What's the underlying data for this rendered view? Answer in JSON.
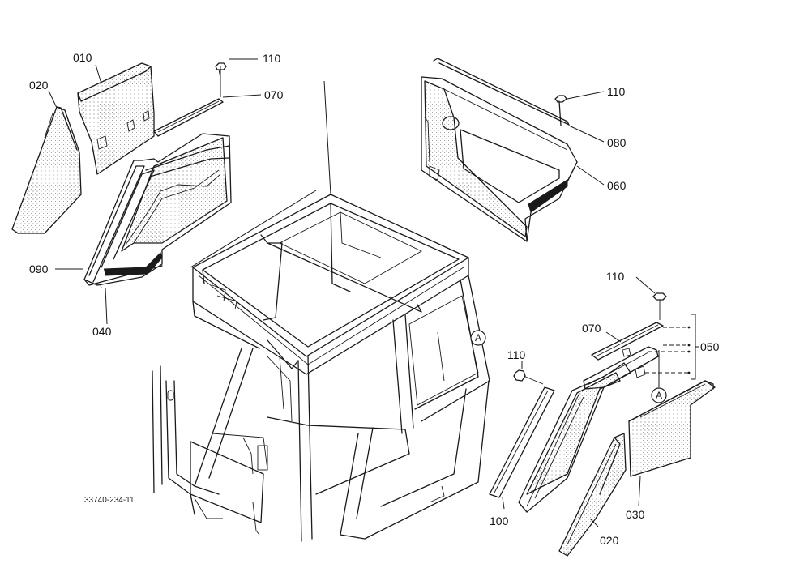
{
  "callouts": {
    "c010": "010",
    "c020_left": "020",
    "c110_top": "110",
    "c070_top": "070",
    "c090": "090",
    "c040": "040",
    "c110_right": "110",
    "c080": "080",
    "c060": "060",
    "c110_lower": "110",
    "c070_lower": "070",
    "c050": "050",
    "c110_bolt": "110",
    "c100": "100",
    "c030": "030",
    "c020_right": "020"
  },
  "markers": {
    "a_cab": "A",
    "a_panel": "A"
  },
  "reference_number": "33740-234-11"
}
